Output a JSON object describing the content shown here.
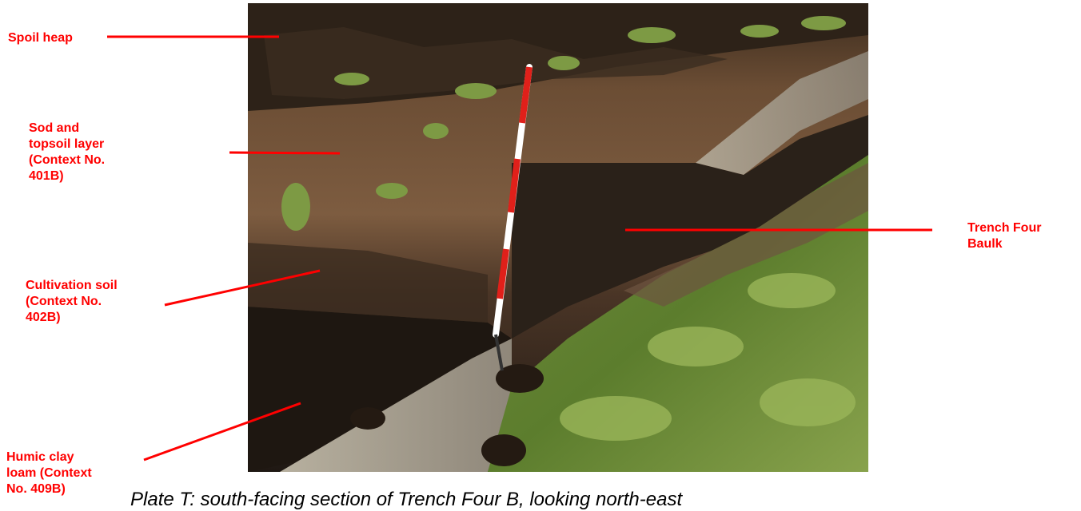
{
  "photo": {
    "subject": "trench-section-photo"
  },
  "labels": {
    "spoil_heap": "Spoil heap",
    "sod_topsoil": "Sod and\ntopsoil layer\n(Context No.\n401B)",
    "cultivation_soil": "Cultivation soil\n(Context No.\n402B)",
    "humic_clay": "Humic clay\nloam (Context\nNo. 409B)",
    "trench_baulk": "Trench Four\nBaulk"
  },
  "caption": "Plate T: south-facing section of Trench Four B, looking north-east",
  "colors": {
    "label": "#ff0000",
    "leader": "#ff0000",
    "caption": "#000000"
  }
}
